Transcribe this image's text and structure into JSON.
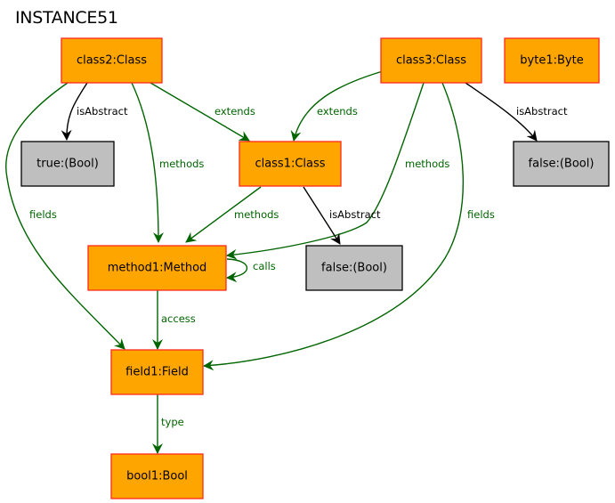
{
  "title": "INSTANCE51",
  "colors": {
    "object_fill": "#ffa500",
    "object_border": "#ff2a1a",
    "value_fill": "#bfbfbf",
    "value_border": "#000000",
    "relation_edge": "#006400",
    "attribute_edge": "#000000"
  },
  "nodes": [
    {
      "id": "class2",
      "label": "class2:Class",
      "kind": "object"
    },
    {
      "id": "class3",
      "label": "class3:Class",
      "kind": "object"
    },
    {
      "id": "byte1",
      "label": "byte1:Byte",
      "kind": "object"
    },
    {
      "id": "true_bool",
      "label": "true:(Bool)",
      "kind": "value"
    },
    {
      "id": "class1",
      "label": "class1:Class",
      "kind": "object"
    },
    {
      "id": "false_bool_3",
      "label": "false:(Bool)",
      "kind": "value"
    },
    {
      "id": "method1",
      "label": "method1:Method",
      "kind": "object"
    },
    {
      "id": "false_bool_1",
      "label": "false:(Bool)",
      "kind": "value"
    },
    {
      "id": "field1",
      "label": "field1:Field",
      "kind": "object"
    },
    {
      "id": "bool1",
      "label": "bool1:Bool",
      "kind": "object"
    }
  ],
  "edges": [
    {
      "from": "class2",
      "to": "true_bool",
      "label": "isAbstract",
      "kind": "attribute"
    },
    {
      "from": "class2",
      "to": "class1",
      "label": "extends",
      "kind": "relation"
    },
    {
      "from": "class2",
      "to": "method1",
      "label": "methods",
      "kind": "relation"
    },
    {
      "from": "class2",
      "to": "field1",
      "label": "fields",
      "kind": "relation"
    },
    {
      "from": "class3",
      "to": "class1",
      "label": "extends",
      "kind": "relation"
    },
    {
      "from": "class3",
      "to": "method1",
      "label": "methods",
      "kind": "relation"
    },
    {
      "from": "class3",
      "to": "field1",
      "label": "fields",
      "kind": "relation"
    },
    {
      "from": "class3",
      "to": "false_bool_3",
      "label": "isAbstract",
      "kind": "attribute"
    },
    {
      "from": "class1",
      "to": "method1",
      "label": "methods",
      "kind": "relation"
    },
    {
      "from": "class1",
      "to": "false_bool_1",
      "label": "isAbstract",
      "kind": "attribute"
    },
    {
      "from": "method1",
      "to": "method1",
      "label": "calls",
      "kind": "relation"
    },
    {
      "from": "method1",
      "to": "field1",
      "label": "access",
      "kind": "relation"
    },
    {
      "from": "field1",
      "to": "bool1",
      "label": "type",
      "kind": "relation"
    }
  ]
}
